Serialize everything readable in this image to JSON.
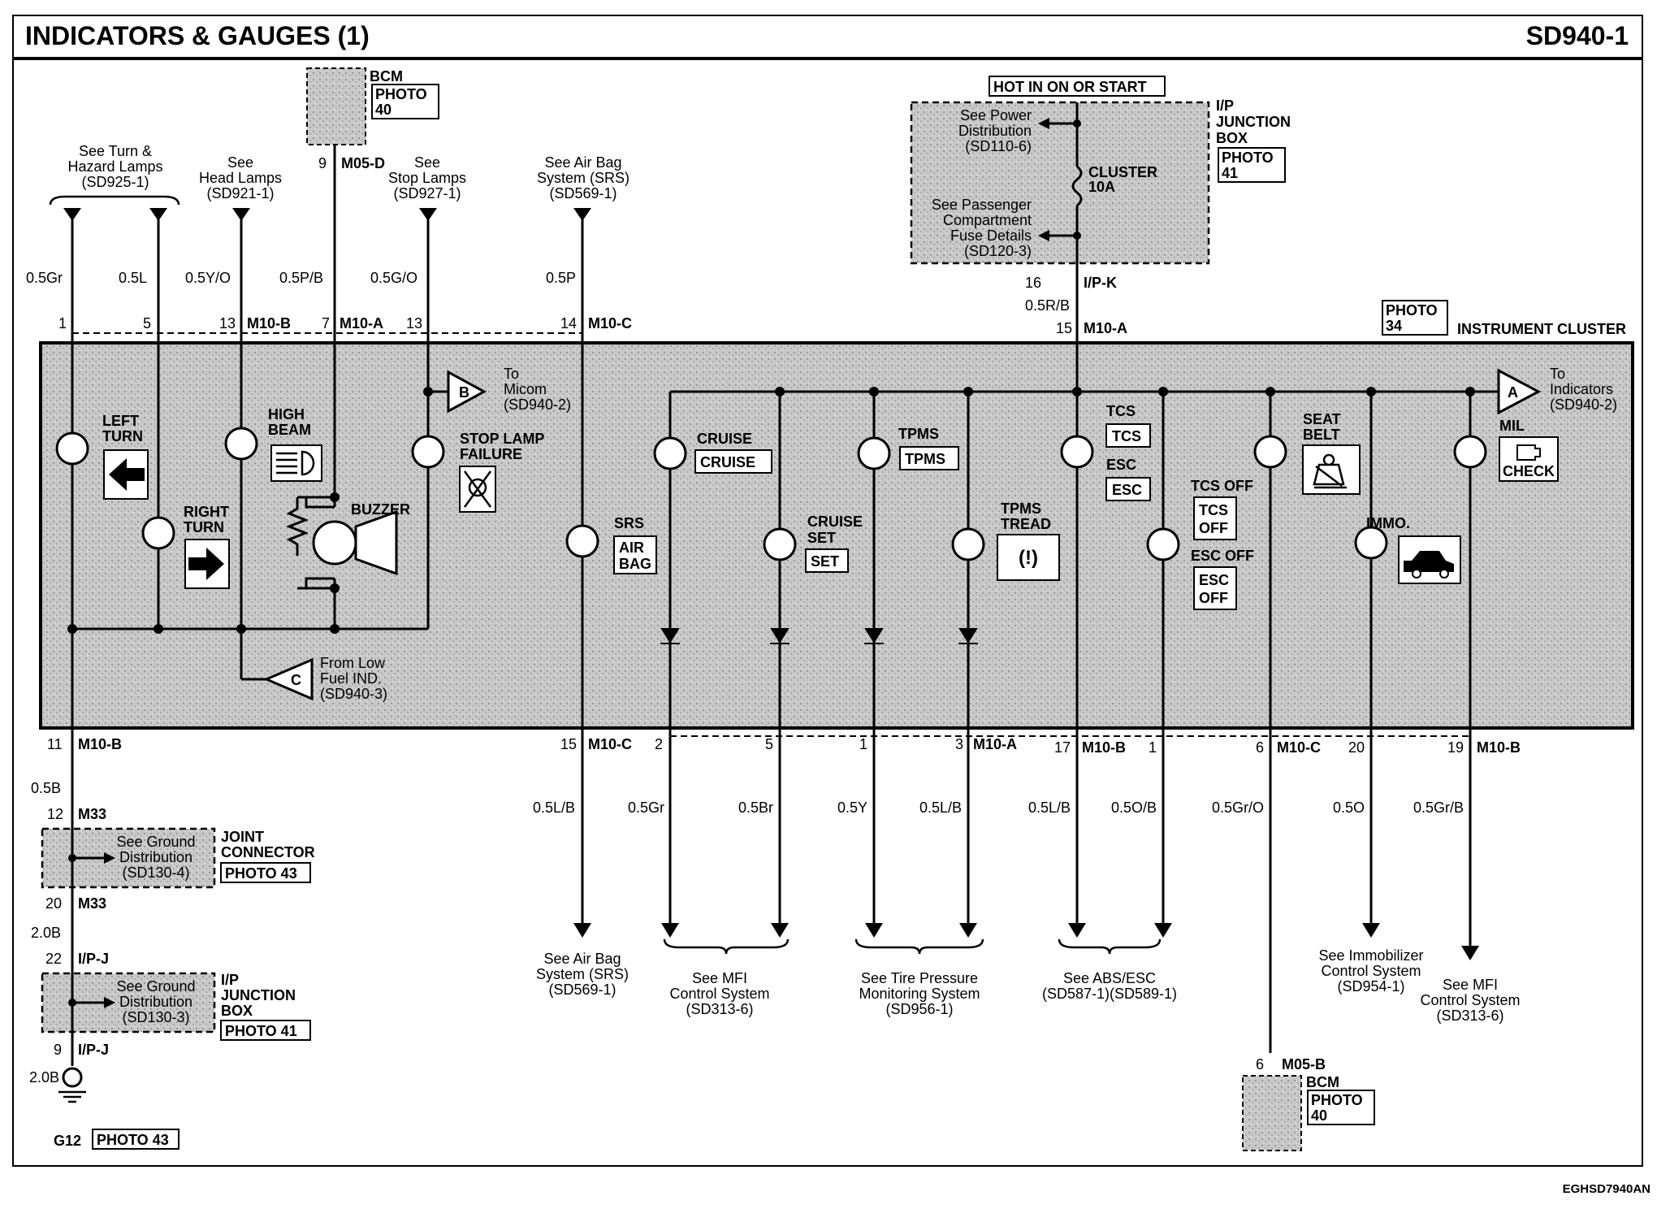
{
  "header": {
    "title": "INDICATORS & GAUGES (1)",
    "code": "SD940-1"
  },
  "footer": {
    "code": "EGHSD7940AN"
  },
  "bcm_top": {
    "name": "BCM",
    "photo": [
      "PHOTO",
      "40"
    ],
    "pin": "9",
    "connector": "M05-D",
    "wire": "0.5P/B"
  },
  "hot_label": "HOT IN ON OR START",
  "ip_junction": {
    "name": [
      "I/P",
      "JUNCTION",
      "BOX"
    ],
    "photo": [
      "PHOTO",
      "41"
    ],
    "power_ref": [
      "See Power",
      "Distribution",
      "(SD110-6)"
    ],
    "fuse": [
      "CLUSTER",
      "10A"
    ],
    "passenger_ref": [
      "See Passenger",
      "Compartment",
      "Fuse Details",
      "(SD120-3)"
    ],
    "out_pin": "16",
    "out_connector": "I/P-K",
    "wire": "0.5R/B"
  },
  "top_refs": {
    "turn": [
      "See Turn &",
      "Hazard Lamps",
      "(SD925-1)"
    ],
    "head": [
      "See",
      "Head Lamps",
      "(SD921-1)"
    ],
    "stop": [
      "See",
      "Stop Lamps",
      "(SD927-1)"
    ],
    "airbag": [
      "See Air Bag",
      "System (SRS)",
      "(SD569-1)"
    ]
  },
  "top_wires": [
    "0.5Gr",
    "0.5L",
    "0.5Y/O",
    "0.5P/B",
    "0.5G/O",
    "0.5P"
  ],
  "top_pins": [
    "1",
    "5",
    "13",
    "7",
    "13",
    "14",
    "15"
  ],
  "top_connectors": [
    "M10-B",
    "M10-A",
    "M10-C",
    "M10-A"
  ],
  "cluster": {
    "name": "INSTRUMENT CLUSTER",
    "photo": [
      "PHOTO",
      "34"
    ]
  },
  "indicators": {
    "left_turn": [
      "LEFT",
      "TURN"
    ],
    "right_turn": [
      "RIGHT",
      "TURN"
    ],
    "high_beam": [
      "HIGH",
      "BEAM"
    ],
    "buzzer": "BUZZER",
    "stop_lamp": [
      "STOP LAMP",
      "FAILURE"
    ],
    "srs": "SRS",
    "srs_symbol": [
      "AIR",
      "BAG"
    ],
    "cruise": "CRUISE",
    "cruise_symbol": "CRUISE",
    "cruise_set": [
      "CRUISE",
      "SET"
    ],
    "cruise_set_symbol": "SET",
    "tpms": "TPMS",
    "tpms_symbol": "TPMS",
    "tpms_tread": [
      "TPMS",
      "TREAD"
    ],
    "tpms_tread_symbol": "(!)",
    "tcs": "TCS",
    "tcs_symbol": "TCS",
    "esc": "ESC",
    "esc_symbol": "ESC",
    "tcs_off": "TCS OFF",
    "tcs_off_symbol": [
      "TCS",
      "OFF"
    ],
    "esc_off": "ESC OFF",
    "esc_off_symbol": [
      "ESC",
      "OFF"
    ],
    "seat_belt": [
      "SEAT",
      "BELT"
    ],
    "immo": "IMMO.",
    "mil": "MIL",
    "mil_symbol": "CHECK"
  },
  "offpage": {
    "b": {
      "letter": "B",
      "text": [
        "To",
        "Micom",
        "(SD940-2)"
      ]
    },
    "a": {
      "letter": "A",
      "text": [
        "To",
        "Indicators",
        "(SD940-2)"
      ]
    },
    "c": {
      "letter": "C",
      "text": [
        "From Low",
        "Fuel IND.",
        "(SD940-3)"
      ]
    }
  },
  "bottom_pins": [
    "11",
    "15",
    "2",
    "5",
    "1",
    "3",
    "17",
    "1",
    "6",
    "20",
    "19"
  ],
  "bottom_connectors": [
    "M10-B",
    "M10-C",
    "M10-A",
    "M10-B",
    "M10-C",
    "M10-B"
  ],
  "bottom_wires": [
    "0.5L/B",
    "0.5Gr",
    "0.5Br",
    "0.5Y",
    "0.5L/B",
    "0.5L/B",
    "0.5O/B",
    "0.5Gr/O",
    "0.5O",
    "0.5Gr/B"
  ],
  "bottom_refs": {
    "airbag": [
      "See Air Bag",
      "System (SRS)",
      "(SD569-1)"
    ],
    "mfi": [
      "See MFI",
      "Control System",
      "(SD313-6)"
    ],
    "tpms": [
      "See Tire Pressure",
      "Monitoring System",
      "(SD956-1)"
    ],
    "abs": [
      "See ABS/ESC",
      "(SD587-1)(SD589-1)"
    ],
    "immo": [
      "See Immobilizer",
      "Control System",
      "(SD954-1)"
    ],
    "mfi2": [
      "See MFI",
      "Control System",
      "(SD313-6)"
    ]
  },
  "ground_path": {
    "wire1": "0.5B",
    "pin12": "12",
    "m33": "M33",
    "jc_ref": [
      "See Ground",
      "Distribution",
      "(SD130-4)"
    ],
    "jc_name": [
      "JOINT",
      "CONNECTOR"
    ],
    "jc_photo": "PHOTO 43",
    "pin20": "20",
    "m33b": "M33",
    "wire2": "2.0B",
    "pin22": "22",
    "ipj": "I/P-J",
    "ipj_ref": [
      "See Ground",
      "Distribution",
      "(SD130-3)"
    ],
    "ipj_name": [
      "I/P",
      "JUNCTION",
      "BOX"
    ],
    "ipj_photo": "PHOTO 41",
    "pin9": "9",
    "ipj2": "I/P-J",
    "wire3": "2.0B",
    "ground": "G12",
    "ground_photo": "PHOTO 43"
  },
  "bcm_bottom": {
    "pin": "6",
    "connector": "M05-B",
    "name": "BCM",
    "photo": [
      "PHOTO",
      "40"
    ]
  }
}
